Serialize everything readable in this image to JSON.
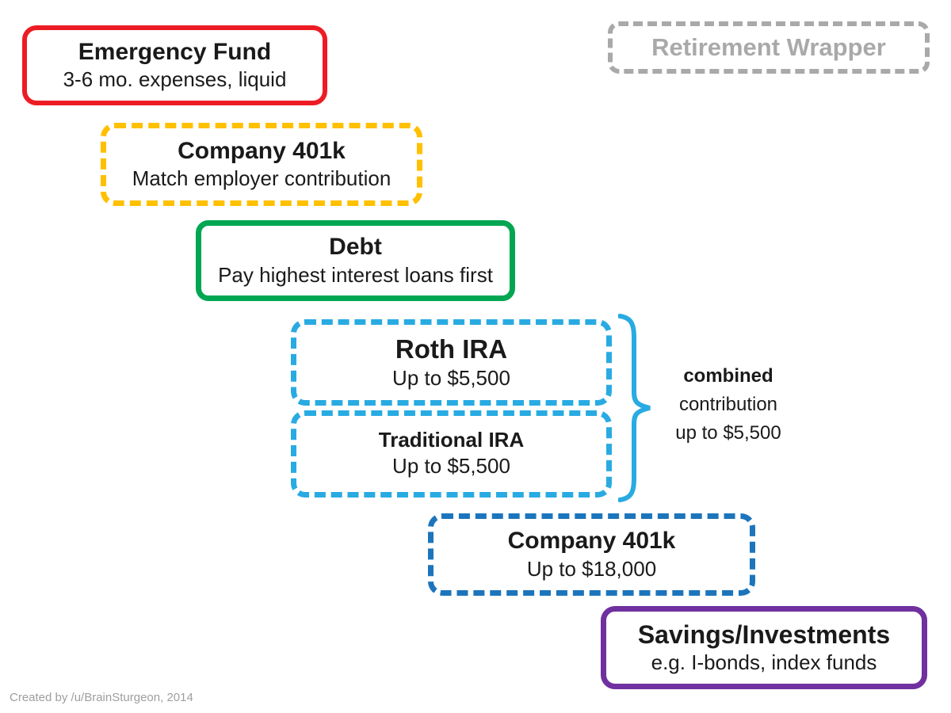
{
  "diagram": {
    "description": "Personal finance priority waterfall diagram",
    "boxes": [
      {
        "id": "emergency-fund",
        "title": "Emergency Fund",
        "subtitle": "3-6 mo. expenses, liquid",
        "border_color": "#ED1C24",
        "border_style": "solid"
      },
      {
        "id": "retirement-wrapper",
        "title": "Retirement Wrapper",
        "subtitle": "",
        "border_color": "#A9A9A9",
        "border_style": "dashed",
        "title_color": "#A9A9A9"
      },
      {
        "id": "company-401k-match",
        "title": "Company 401k",
        "subtitle": "Match employer contribution",
        "border_color": "#FFC000",
        "border_style": "dashed"
      },
      {
        "id": "debt",
        "title": "Debt",
        "subtitle": "Pay highest interest loans first",
        "border_color": "#00A651",
        "border_style": "solid"
      },
      {
        "id": "roth-ira",
        "title": "Roth IRA",
        "subtitle": "Up to $5,500",
        "border_color": "#29ABE2",
        "border_style": "dashed"
      },
      {
        "id": "traditional-ira",
        "title": "Traditional IRA",
        "subtitle": "Up to $5,500",
        "border_color": "#29ABE2",
        "border_style": "dashed"
      },
      {
        "id": "company-401k-max",
        "title": "Company 401k",
        "subtitle": "Up to $18,000",
        "border_color": "#1C75BC",
        "border_style": "dashed"
      },
      {
        "id": "savings-investments",
        "title": "Savings/Investments",
        "subtitle": "e.g. I-bonds, index funds",
        "border_color": "#7030A0",
        "border_style": "solid"
      }
    ],
    "brace_note": {
      "line1": "combined",
      "line2": "contribution",
      "line3": "up to $5,500",
      "brace_color": "#29ABE2"
    },
    "credit": "Created by /u/BrainSturgeon, 2014"
  }
}
